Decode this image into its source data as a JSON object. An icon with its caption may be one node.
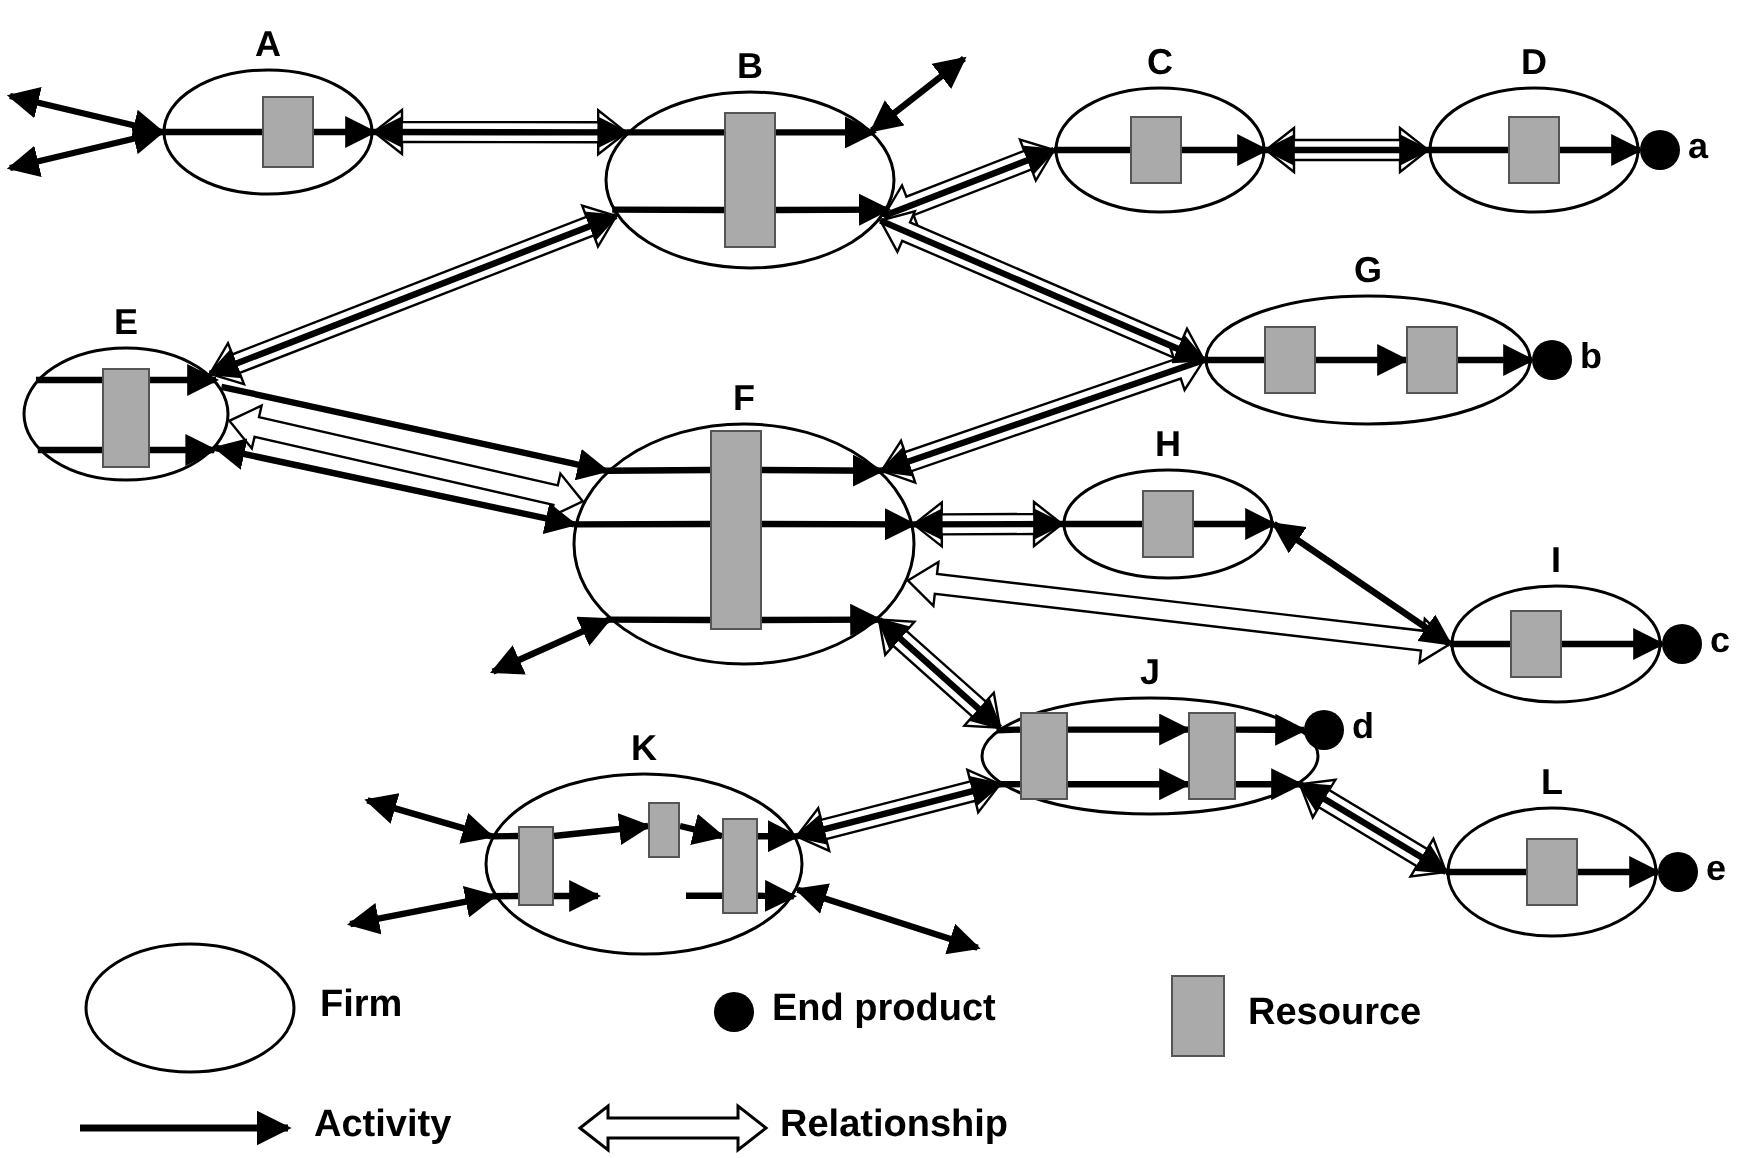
{
  "diagram": {
    "nodes": [
      {
        "text": [
          "A"
        ]
      },
      {
        "text": [],
        "shape": "box",
        "in": 0
      },
      {
        "text": [
          "B"
        ]
      },
      {
        "text": [],
        "shape": "box",
        "in": 2
      },
      {
        "text": [
          "C"
        ]
      },
      {
        "text": [],
        "shape": "box",
        "in": 4
      },
      {
        "text": [
          "D"
        ]
      },
      {
        "text": [],
        "shape": "box",
        "in": 6
      },
      {
        "text": [],
        "shape": "circle",
        "beside": [
          "a"
        ]
      },
      {
        "text": [
          "E"
        ]
      },
      {
        "text": [],
        "shape": "box",
        "in": 9
      },
      {
        "text": [
          "F"
        ]
      },
      {
        "text": [],
        "shape": "box",
        "in": 11
      },
      {
        "text": [
          "G"
        ]
      },
      {
        "text": [],
        "shape": "box",
        "in": 13
      },
      {
        "text": [],
        "shape": "box",
        "in": 13
      },
      {
        "text": [],
        "shape": "circle",
        "beside": [
          "b"
        ]
      },
      {
        "text": [
          "H"
        ]
      },
      {
        "text": [],
        "shape": "box",
        "in": 17
      },
      {
        "text": [
          "I"
        ]
      },
      {
        "text": [],
        "shape": "box",
        "in": 19
      },
      {
        "text": [],
        "shape": "circle",
        "beside": [
          "c"
        ]
      },
      {
        "text": [
          "J"
        ]
      },
      {
        "text": [],
        "shape": "box",
        "in": 22
      },
      {
        "text": [],
        "shape": "box",
        "in": 22
      },
      {
        "text": [],
        "shape": "circle",
        "beside": [
          "d"
        ]
      },
      {
        "text": [
          "K"
        ]
      },
      {
        "text": [],
        "shape": "box",
        "in": 26
      },
      {
        "text": [],
        "shape": "box",
        "in": 26
      },
      {
        "text": [],
        "shape": "box",
        "in": 26
      },
      {
        "text": [
          "L"
        ]
      },
      {
        "text": [],
        "shape": "box",
        "in": 30
      },
      {
        "text": [],
        "shape": "circle",
        "beside": [
          "e"
        ]
      }
    ],
    "edges": [
      {
        "from": 0,
        "to": 2,
        "arrow": "both"
      },
      {
        "from": 0,
        "to": 2,
        "arrow": "both",
        "style": "thick"
      },
      {
        "from": 2,
        "to": 4,
        "arrow": "to"
      },
      {
        "from": 2,
        "to": 4,
        "arrow": "both",
        "style": "thick"
      },
      {
        "from": 2,
        "to": 13,
        "arrow": "to"
      },
      {
        "from": 2,
        "to": 13,
        "arrow": "both",
        "style": "thick"
      },
      {
        "from": 4,
        "to": 6,
        "arrow": "both"
      },
      {
        "from": 4,
        "to": 6,
        "arrow": "both",
        "style": "thick"
      },
      {
        "from": 9,
        "to": 2,
        "arrow": "both"
      },
      {
        "from": 9,
        "to": 2,
        "arrow": "both",
        "style": "thick"
      },
      {
        "from": 9,
        "to": 11,
        "arrow": "to"
      },
      {
        "from": 9,
        "to": 11,
        "arrow": "both"
      },
      {
        "from": 9,
        "to": 11,
        "arrow": "both",
        "style": "thick"
      },
      {
        "from": 13,
        "to": 11,
        "arrow": "to"
      },
      {
        "from": 13,
        "to": 11,
        "arrow": "both",
        "style": "thick"
      },
      {
        "from": 11,
        "to": 17,
        "arrow": "both"
      },
      {
        "from": 11,
        "to": 17,
        "arrow": "both",
        "style": "thick"
      },
      {
        "from": 11,
        "to": 19,
        "arrow": "both",
        "style": "thick"
      },
      {
        "from": 17,
        "to": 19,
        "arrow": "both"
      },
      {
        "from": 11,
        "to": 22,
        "arrow": "both"
      },
      {
        "from": 11,
        "to": 22,
        "arrow": "both",
        "style": "thick"
      },
      {
        "from": 26,
        "to": 22,
        "arrow": "both"
      },
      {
        "from": 26,
        "to": 22,
        "arrow": "both",
        "style": "thick"
      },
      {
        "from": 22,
        "to": 30,
        "arrow": "both"
      },
      {
        "from": 22,
        "to": 30,
        "arrow": "both",
        "style": "thick"
      },
      {
        "from": 0,
        "to": null,
        "arrow": "both"
      },
      {
        "from": 0,
        "to": null,
        "arrow": "both"
      },
      {
        "from": 2,
        "to": null,
        "arrow": "both"
      },
      {
        "from": 11,
        "to": null,
        "arrow": "both"
      },
      {
        "from": 26,
        "to": null,
        "arrow": "both"
      },
      {
        "from": 26,
        "to": null,
        "arrow": "both"
      },
      {
        "from": 26,
        "to": null,
        "arrow": "both"
      },
      {
        "from": 0,
        "to": 1,
        "arrow": "none"
      },
      {
        "from": 1,
        "to": 0,
        "arrow": "to"
      },
      {
        "from": 2,
        "to": 3,
        "arrow": "none"
      },
      {
        "from": 3,
        "to": 2,
        "arrow": "to"
      },
      {
        "from": 2,
        "to": 3,
        "arrow": "none"
      },
      {
        "from": 3,
        "to": 2,
        "arrow": "to"
      },
      {
        "from": 4,
        "to": 5,
        "arrow": "none"
      },
      {
        "from": 5,
        "to": 4,
        "arrow": "to"
      },
      {
        "from": 6,
        "to": 7,
        "arrow": "none"
      },
      {
        "from": 7,
        "to": 8,
        "arrow": "to"
      },
      {
        "from": 9,
        "to": 10,
        "arrow": "none"
      },
      {
        "from": 10,
        "to": 9,
        "arrow": "to"
      },
      {
        "from": 9,
        "to": 10,
        "arrow": "none"
      },
      {
        "from": 10,
        "to": 9,
        "arrow": "to"
      },
      {
        "from": 11,
        "to": 12,
        "arrow": "none"
      },
      {
        "from": 12,
        "to": 11,
        "arrow": "to"
      },
      {
        "from": 11,
        "to": 12,
        "arrow": "none"
      },
      {
        "from": 12,
        "to": 11,
        "arrow": "to"
      },
      {
        "from": 11,
        "to": 12,
        "arrow": "none"
      },
      {
        "from": 12,
        "to": 11,
        "arrow": "to"
      },
      {
        "from": 13,
        "to": 14,
        "arrow": "none"
      },
      {
        "from": 14,
        "to": 15,
        "arrow": "to"
      },
      {
        "from": 15,
        "to": 16,
        "arrow": "to"
      },
      {
        "from": 17,
        "to": 18,
        "arrow": "none"
      },
      {
        "from": 18,
        "to": 17,
        "arrow": "to"
      },
      {
        "from": 19,
        "to": 20,
        "arrow": "none"
      },
      {
        "from": 20,
        "to": 21,
        "arrow": "to"
      },
      {
        "from": 22,
        "to": 23,
        "arrow": "none"
      },
      {
        "from": 22,
        "to": 23,
        "arrow": "none"
      },
      {
        "from": 23,
        "to": 24,
        "arrow": "to"
      },
      {
        "from": 23,
        "to": 24,
        "arrow": "to"
      },
      {
        "from": 24,
        "to": 25,
        "arrow": "to"
      },
      {
        "from": 24,
        "to": 22,
        "arrow": "to"
      },
      {
        "from": 26,
        "to": 27,
        "arrow": "none"
      },
      {
        "from": 27,
        "to": 28,
        "arrow": "to"
      },
      {
        "from": 28,
        "to": 29,
        "arrow": "to"
      },
      {
        "from": 29,
        "to": 26,
        "arrow": "to"
      },
      {
        "from": 26,
        "to": 27,
        "arrow": "none"
      },
      {
        "from": 27,
        "to": null,
        "arrow": "to"
      },
      {
        "from": null,
        "to": 29,
        "arrow": "none"
      },
      {
        "from": 29,
        "to": 26,
        "arrow": "to"
      },
      {
        "from": 30,
        "to": 31,
        "arrow": "none"
      },
      {
        "from": 31,
        "to": 32,
        "arrow": "to"
      }
    ],
    "legend": [
      {
        "text": "Firm"
      },
      {
        "text": "End product"
      },
      {
        "text": "Resource"
      },
      {
        "text": "Activity"
      },
      {
        "text": "Relationship"
      }
    ]
  }
}
